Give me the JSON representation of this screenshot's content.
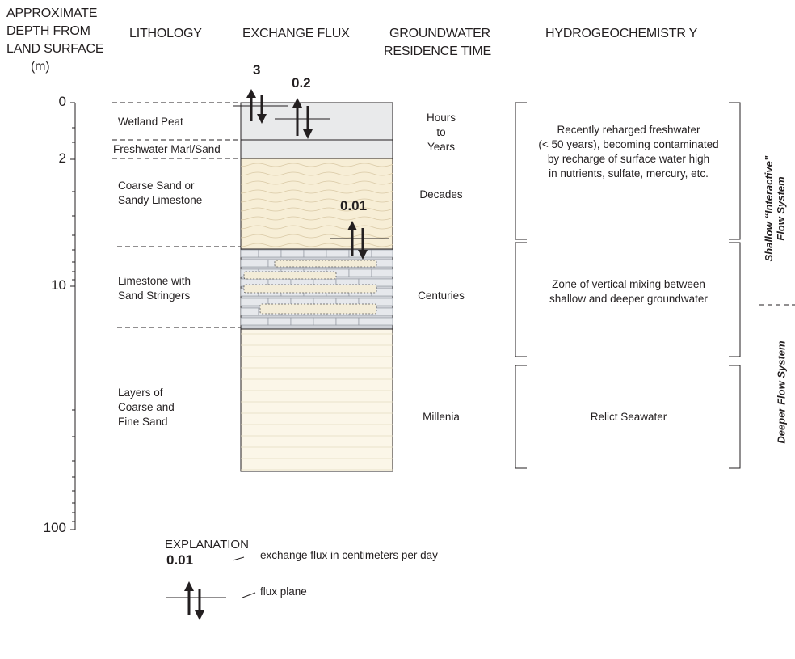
{
  "headers": {
    "depth": [
      "APPROXIMATE",
      "DEPTH FROM",
      "LAND SURFACE",
      "(m)"
    ],
    "lithology": "LITHOLOGY",
    "exchange_flux": "EXCHANGE FLUX",
    "residence": [
      "GROUNDWATER",
      "RESIDENCE   TIME"
    ],
    "hydro": "HYDROGEOCHEMISTR Y"
  },
  "depth_axis": {
    "scale": "log",
    "ticks": [
      "0",
      "2",
      "10",
      "100"
    ]
  },
  "layers": [
    {
      "name": "Wetland Peat",
      "fill": "#e9eaeb",
      "pattern": "plain"
    },
    {
      "name": "Freshwater Marl/Sand",
      "fill": "#e9eaeb",
      "pattern": "plain"
    },
    {
      "name": "Coarse Sand or Sandy Limestone",
      "fill": "#f7eed6",
      "pattern": "wavy"
    },
    {
      "name": "Limestone with Sand Stringers",
      "fill": "#d9dbe0",
      "pattern": "brick"
    },
    {
      "name": "Layers of Coarse and Fine Sand",
      "fill": "#fbf6e8",
      "pattern": "lines"
    }
  ],
  "lithology_labels": {
    "peat": "Wetland Peat",
    "marl": "Freshwater Marl/Sand",
    "coarse": [
      "Coarse Sand or",
      "Sandy Limestone"
    ],
    "limestone": [
      "Limestone with",
      "Sand Stringers"
    ],
    "fine": [
      "Layers of",
      "Coarse and",
      "Fine Sand"
    ]
  },
  "flux_values": [
    "3",
    "0.2",
    "0.01"
  ],
  "residence_times": {
    "hours": [
      "Hours",
      "to",
      "Years"
    ],
    "decades": "Decades",
    "centuries": "Centuries",
    "millenia": "Millenia"
  },
  "hydrochemistry": {
    "recent": [
      "Recently reharged freshwater",
      "(< 50 years), becoming contaminated",
      "by recharge of surface water high",
      "in nutrients, sulfate, mercury, etc."
    ],
    "mixing": [
      "Zone of vertical mixing between",
      "shallow and deeper groundwater"
    ],
    "relict": "Relict Seawater"
  },
  "flow_systems": {
    "shallow": [
      "Shallow “Interactive”",
      "Flow System"
    ],
    "deeper": "Deeper Flow System"
  },
  "explanation": {
    "title": "EXPLANATION",
    "flux_value": "0.01",
    "flux_desc": "exchange flux in centimeters per day",
    "plane_desc": "flux plane"
  },
  "colors": {
    "ink": "#231f20",
    "peat": "#e9eaeb",
    "sand": "#f7eed6",
    "limestone": "#d9dbe0",
    "fine_sand": "#fbf6e8"
  }
}
